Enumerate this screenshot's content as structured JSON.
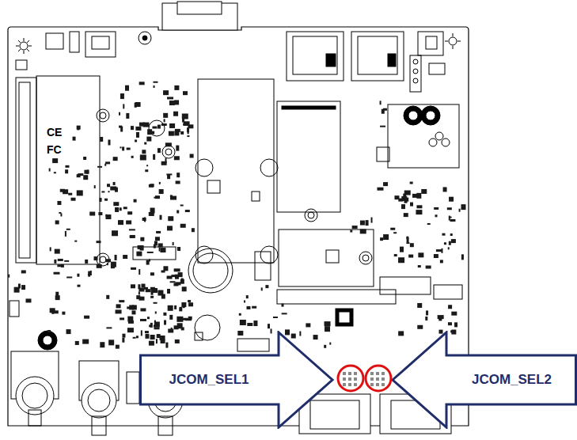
{
  "diagram": {
    "nodes": [
      {
        "text": [
          "JCOM_SEL1"
        ]
      },
      {
        "text": [
          "JCOM_SEL2"
        ]
      }
    ],
    "labels": [
      "CE",
      "FC"
    ]
  }
}
